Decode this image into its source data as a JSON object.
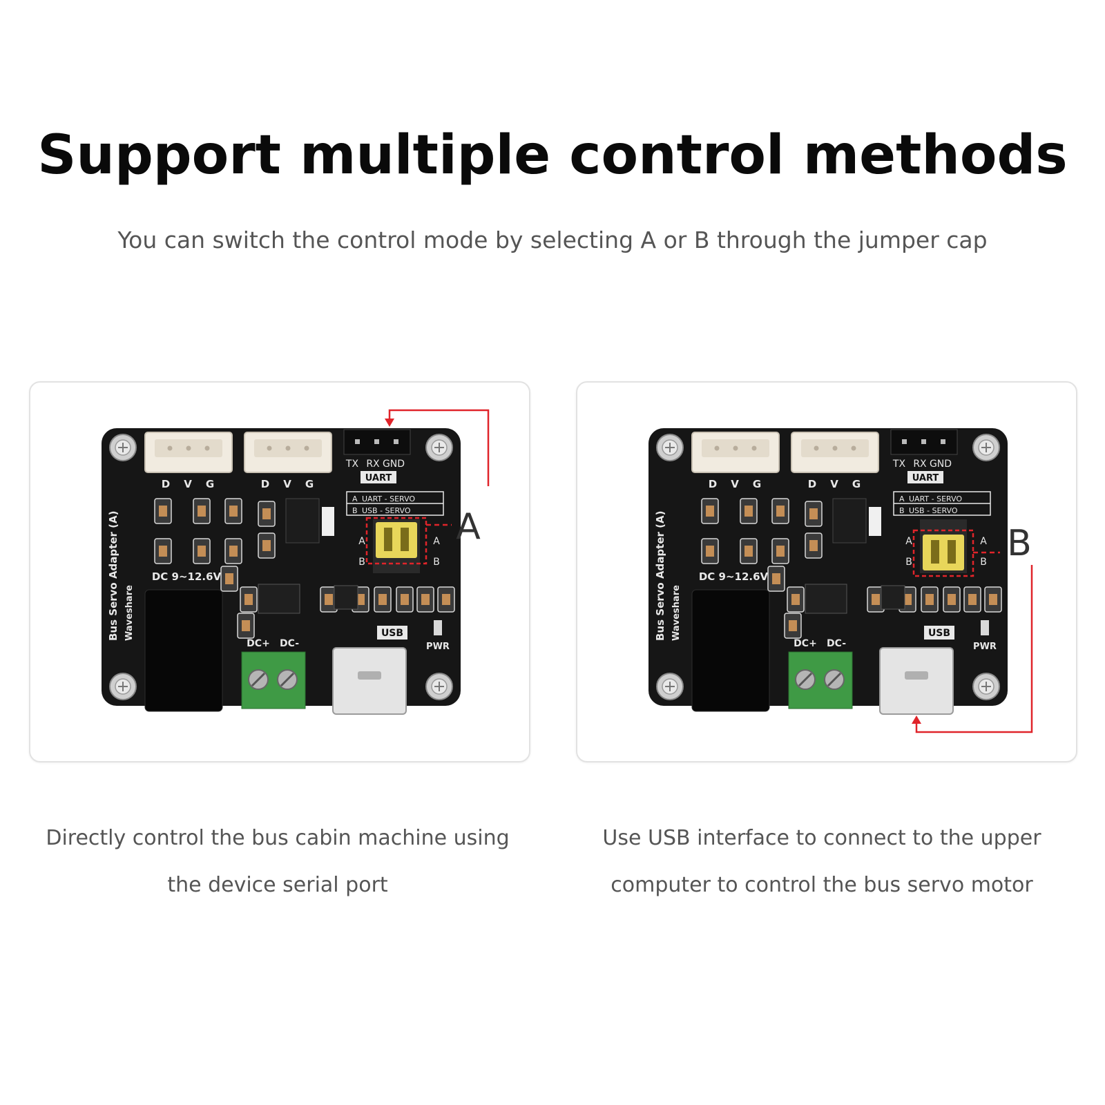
{
  "title": "Support multiple control methods",
  "subtitle": "You can switch the control mode by selecting A or B through the jumper cap",
  "board_labels": {
    "header_pins": [
      "D",
      "V",
      "G"
    ],
    "uart_pins": [
      "TX",
      "RX",
      "GND"
    ],
    "uart_label": "UART",
    "mode_a_letter": "A",
    "mode_a_text": "UART - SERVO",
    "mode_b_letter": "B",
    "mode_b_text": "USB - SERVO",
    "side_title": "Bus Servo Adapter (A)",
    "side_brand": "Waveshare",
    "dc_input": "DC 9~12.6V",
    "dc_plus": "DC+",
    "dc_minus": "DC-",
    "usb": "USB",
    "pwr": "PWR"
  },
  "panels": [
    {
      "callout": "A",
      "caption_line1": "Directly control the bus cabin machine using",
      "caption_line2": "the device serial port"
    },
    {
      "callout": "B",
      "caption_line1": "Use USB interface to connect to the upper",
      "caption_line2": "computer to control the bus servo motor"
    }
  ],
  "colors": {
    "board": "#161616",
    "connector": "#f1ebe0",
    "jumper": "#e8d65a",
    "terminal": "#3f9a45",
    "arrow": "#e0242a"
  }
}
